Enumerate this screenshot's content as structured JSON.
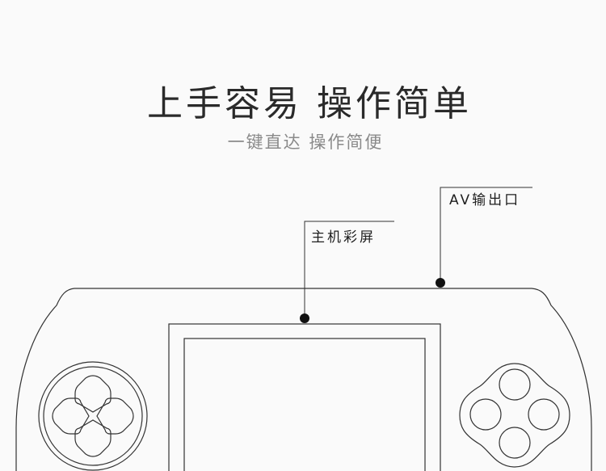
{
  "header": {
    "title": "上手容易 操作简单",
    "subtitle": "一键直达 操作简便"
  },
  "callouts": {
    "av_output": "AV输出口",
    "main_screen": "主机彩屏"
  },
  "colors": {
    "background": "#fafafa",
    "line": "#333333",
    "title": "#2a2a2a",
    "subtitle": "#8a8a8a"
  }
}
